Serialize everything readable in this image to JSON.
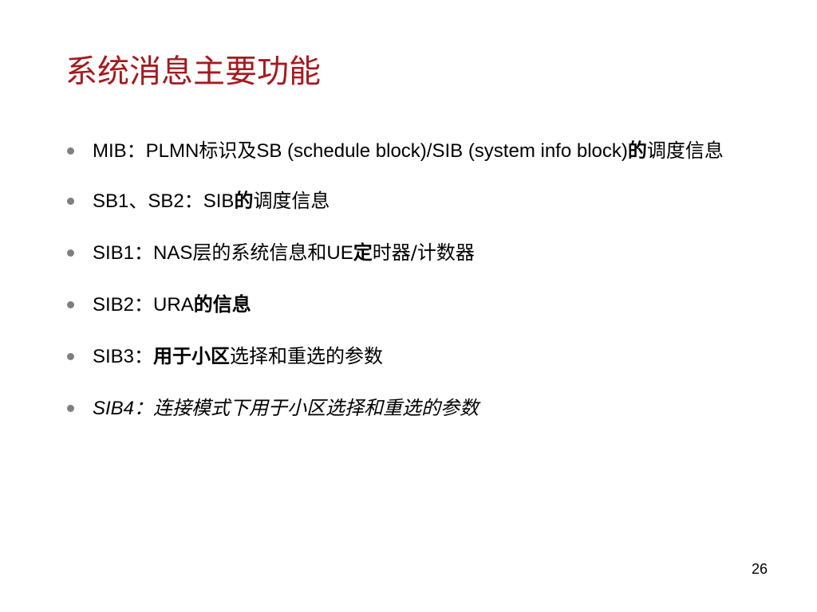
{
  "slide": {
    "title": "系统消息主要功能",
    "page_number": "26",
    "accent_color": "#a5191e",
    "bullet_color": "#7f7f7f"
  },
  "bullets": [
    {
      "segments": [
        {
          "text": "MIB",
          "latin": true
        },
        {
          "text": "："
        },
        {
          "text": "PLMN",
          "latin": true
        },
        {
          "text": "标识及"
        },
        {
          "text": "SB (schedule block)/SIB (system info block)",
          "latin": true
        },
        {
          "text": "的",
          "bold": true
        },
        {
          "text": "调度信息"
        }
      ]
    },
    {
      "segments": [
        {
          "text": "SB1",
          "latin": true
        },
        {
          "text": "、"
        },
        {
          "text": "SB2",
          "latin": true
        },
        {
          "text": "："
        },
        {
          "text": "SIB",
          "latin": true
        },
        {
          "text": "的",
          "bold": true
        },
        {
          "text": "调度信息"
        }
      ]
    },
    {
      "segments": [
        {
          "text": "SIB1",
          "latin": true
        },
        {
          "text": "："
        },
        {
          "text": "NAS",
          "latin": true
        },
        {
          "text": "层的系统信息和"
        },
        {
          "text": "UE",
          "latin": true
        },
        {
          "text": "定",
          "bold": true
        },
        {
          "text": "时器/计数器"
        }
      ]
    },
    {
      "segments": [
        {
          "text": "SIB2",
          "latin": true
        },
        {
          "text": "："
        },
        {
          "text": "URA",
          "latin": true
        },
        {
          "text": "的信息",
          "bold": true
        }
      ]
    },
    {
      "segments": [
        {
          "text": "SIB3",
          "latin": true
        },
        {
          "text": "："
        },
        {
          "text": "用于小区",
          "bold": true
        },
        {
          "text": "选择和重选的参数"
        }
      ]
    },
    {
      "segments": [
        {
          "text": "SIB4",
          "latin": true,
          "italic": true
        },
        {
          "text": "：连接模式下用于小区选择和重选的参数",
          "italic": true
        }
      ]
    }
  ]
}
